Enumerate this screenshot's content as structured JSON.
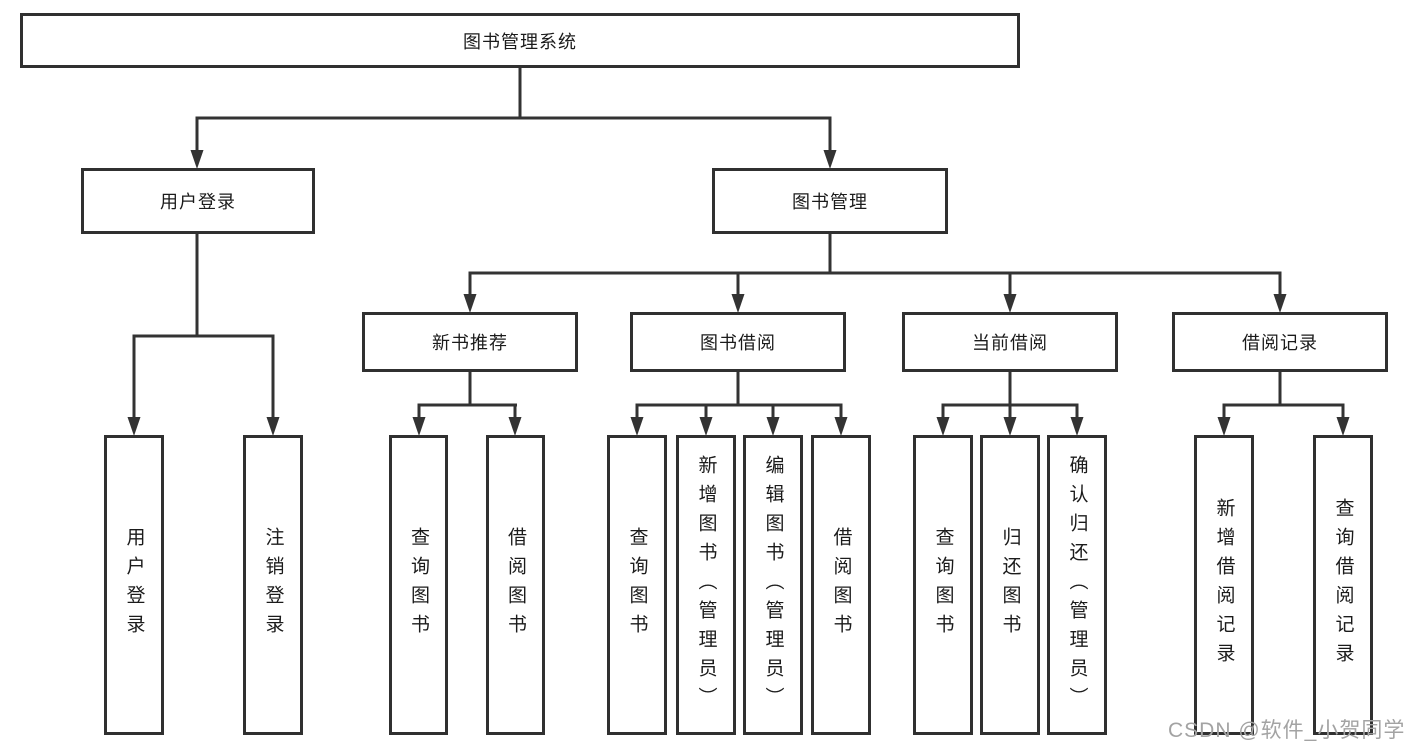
{
  "diagram_title": "图书管理系统",
  "tree": {
    "root": {
      "label": "图书管理系统",
      "children": [
        {
          "label": "用户登录",
          "children": [
            {
              "label": "用户登录"
            },
            {
              "label": "注销登录"
            }
          ]
        },
        {
          "label": "图书管理",
          "children": [
            {
              "label": "新书推荐",
              "children": [
                {
                  "label": "查询图书"
                },
                {
                  "label": "借阅图书"
                }
              ]
            },
            {
              "label": "图书借阅",
              "children": [
                {
                  "label": "查询图书"
                },
                {
                  "label": "新增图书（管理员）"
                },
                {
                  "label": "编辑图书（管理员）"
                },
                {
                  "label": "借阅图书"
                }
              ]
            },
            {
              "label": "当前借阅",
              "children": [
                {
                  "label": "查询图书"
                },
                {
                  "label": "归还图书"
                },
                {
                  "label": "确认归还（管理员）"
                }
              ]
            },
            {
              "label": "借阅记录",
              "children": [
                {
                  "label": "新增借阅记录"
                },
                {
                  "label": "查询借阅记录"
                }
              ]
            }
          ]
        }
      ]
    }
  },
  "watermark": "CSDN @软件_小贺同学",
  "colors": {
    "line": "#333333",
    "box_border": "#303030",
    "box_fill": "#ffffff",
    "text": "#1b1b1b",
    "watermark": "#a3a3a3"
  }
}
